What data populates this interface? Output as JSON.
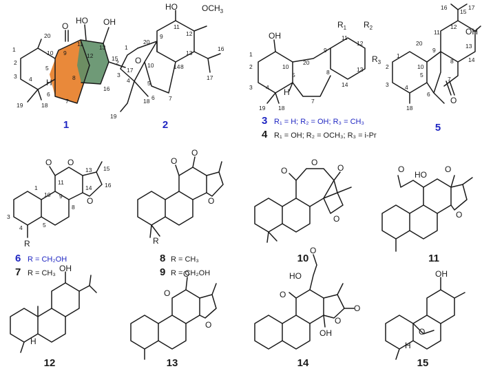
{
  "colors": {
    "new_compound": "#1f26c2",
    "known_compound": "#1a1a1a",
    "ring_orange": "#e9893a",
    "ring_green": "#5f8f68"
  },
  "compounds": [
    {
      "id": "1",
      "new": true,
      "atoms": [
        "O",
        "HO",
        "OH",
        "H"
      ],
      "numbering": [
        "1",
        "2",
        "3",
        "4",
        "5",
        "6",
        "7",
        "8",
        "9",
        "10",
        "11",
        "12",
        "13",
        "15",
        "16",
        "17",
        "18",
        "19",
        "20"
      ]
    },
    {
      "id": "2",
      "new": true,
      "atoms": [
        "HO",
        "OCH",
        "3",
        "O"
      ],
      "numbering": [
        "1",
        "2",
        "3",
        "4",
        "5",
        "6",
        "7",
        "8",
        "9",
        "10",
        "11",
        "12",
        "13",
        "14",
        "16",
        "17",
        "18",
        "19",
        "20"
      ]
    },
    {
      "id": "3",
      "new": true,
      "atoms": [
        "OH",
        "R",
        "1",
        "R",
        "2",
        "R",
        "3",
        "H"
      ],
      "numbering": [
        "1",
        "2",
        "3",
        "4",
        "5",
        "7",
        "8",
        "9",
        "10",
        "11",
        "12",
        "13",
        "14",
        "18",
        "19",
        "20"
      ],
      "legend": "R₁ = H; R₂ = OH; R₃ = CH₃"
    },
    {
      "id": "4",
      "new": false,
      "legend": "R₁ = OH; R₂ = OCH₃; R₃ = i-Pr"
    },
    {
      "id": "5",
      "new": true,
      "atoms": [
        "OH",
        "O"
      ],
      "numbering": [
        "1",
        "2",
        "3",
        "4",
        "5",
        "6",
        "7",
        "8",
        "9",
        "10",
        "11",
        "12",
        "13",
        "14",
        "15",
        "16",
        "17",
        "18",
        "20"
      ]
    },
    {
      "id": "6",
      "new": true,
      "atoms": [
        "O",
        "O",
        "O",
        "R"
      ],
      "numbering": [
        "1",
        "3",
        "4",
        "5",
        "8",
        "9",
        "10",
        "11",
        "13",
        "14",
        "15",
        "16"
      ],
      "legend": "R = CH₂OH"
    },
    {
      "id": "7",
      "new": false,
      "legend": "R = CH₃"
    },
    {
      "id": "8",
      "new": false,
      "atoms": [
        "O",
        "O",
        "O",
        "R"
      ],
      "legend": "R = CH₃"
    },
    {
      "id": "9",
      "new": false,
      "legend": "R = CH₂OH"
    },
    {
      "id": "10",
      "new": false,
      "atoms": [
        "O",
        "O",
        "O",
        "O"
      ]
    },
    {
      "id": "11",
      "new": false,
      "atoms": [
        "O",
        "HO",
        "O",
        "O"
      ]
    },
    {
      "id": "12",
      "new": false,
      "atoms": [
        "OH",
        "H"
      ]
    },
    {
      "id": "13",
      "new": false,
      "atoms": [
        "O",
        "O",
        "O"
      ]
    },
    {
      "id": "14",
      "new": false,
      "atoms": [
        "O",
        "HO",
        "O",
        "O",
        "O",
        "OH"
      ]
    },
    {
      "id": "15",
      "new": false,
      "atoms": [
        "OH",
        "O",
        "H"
      ]
    }
  ]
}
